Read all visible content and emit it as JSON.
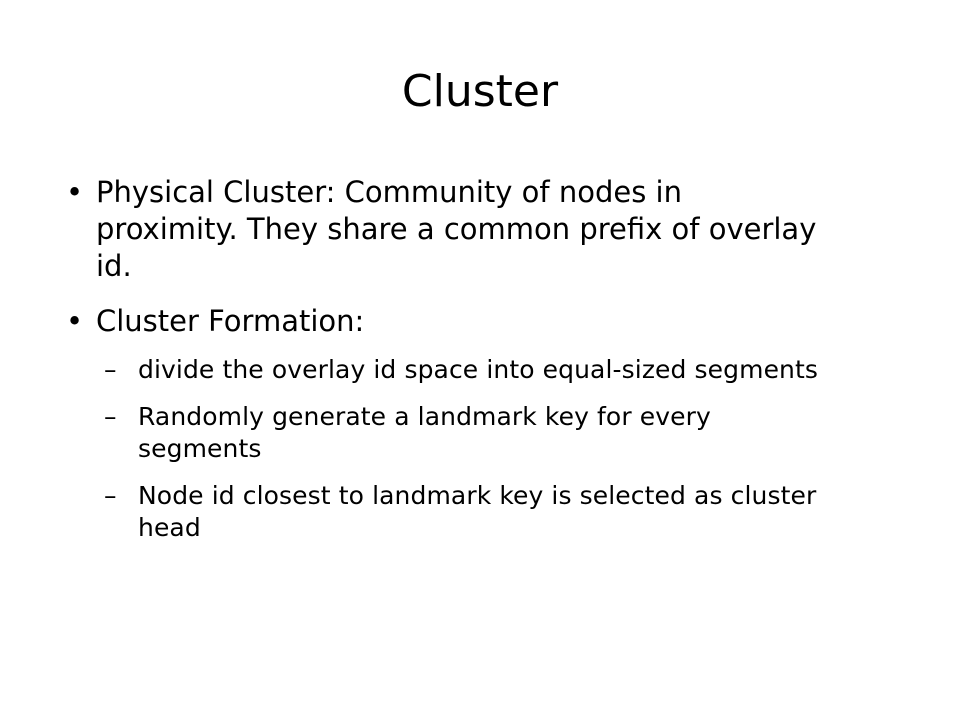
{
  "slide": {
    "title": "Cluster",
    "bullets": [
      {
        "marker": "•",
        "text": "Physical Cluster: Community of nodes in proximity. They share a common prefix of overlay id."
      },
      {
        "marker": "•",
        "text": "Cluster Formation:"
      }
    ],
    "sub_bullets": [
      {
        "marker": "–",
        "text": "divide the overlay id space into equal-sized segments"
      },
      {
        "marker": "–",
        "text": "Randomly generate a landmark key for every segments"
      },
      {
        "marker": "–",
        "text": "Node id closest to landmark key is selected as cluster head"
      }
    ]
  }
}
